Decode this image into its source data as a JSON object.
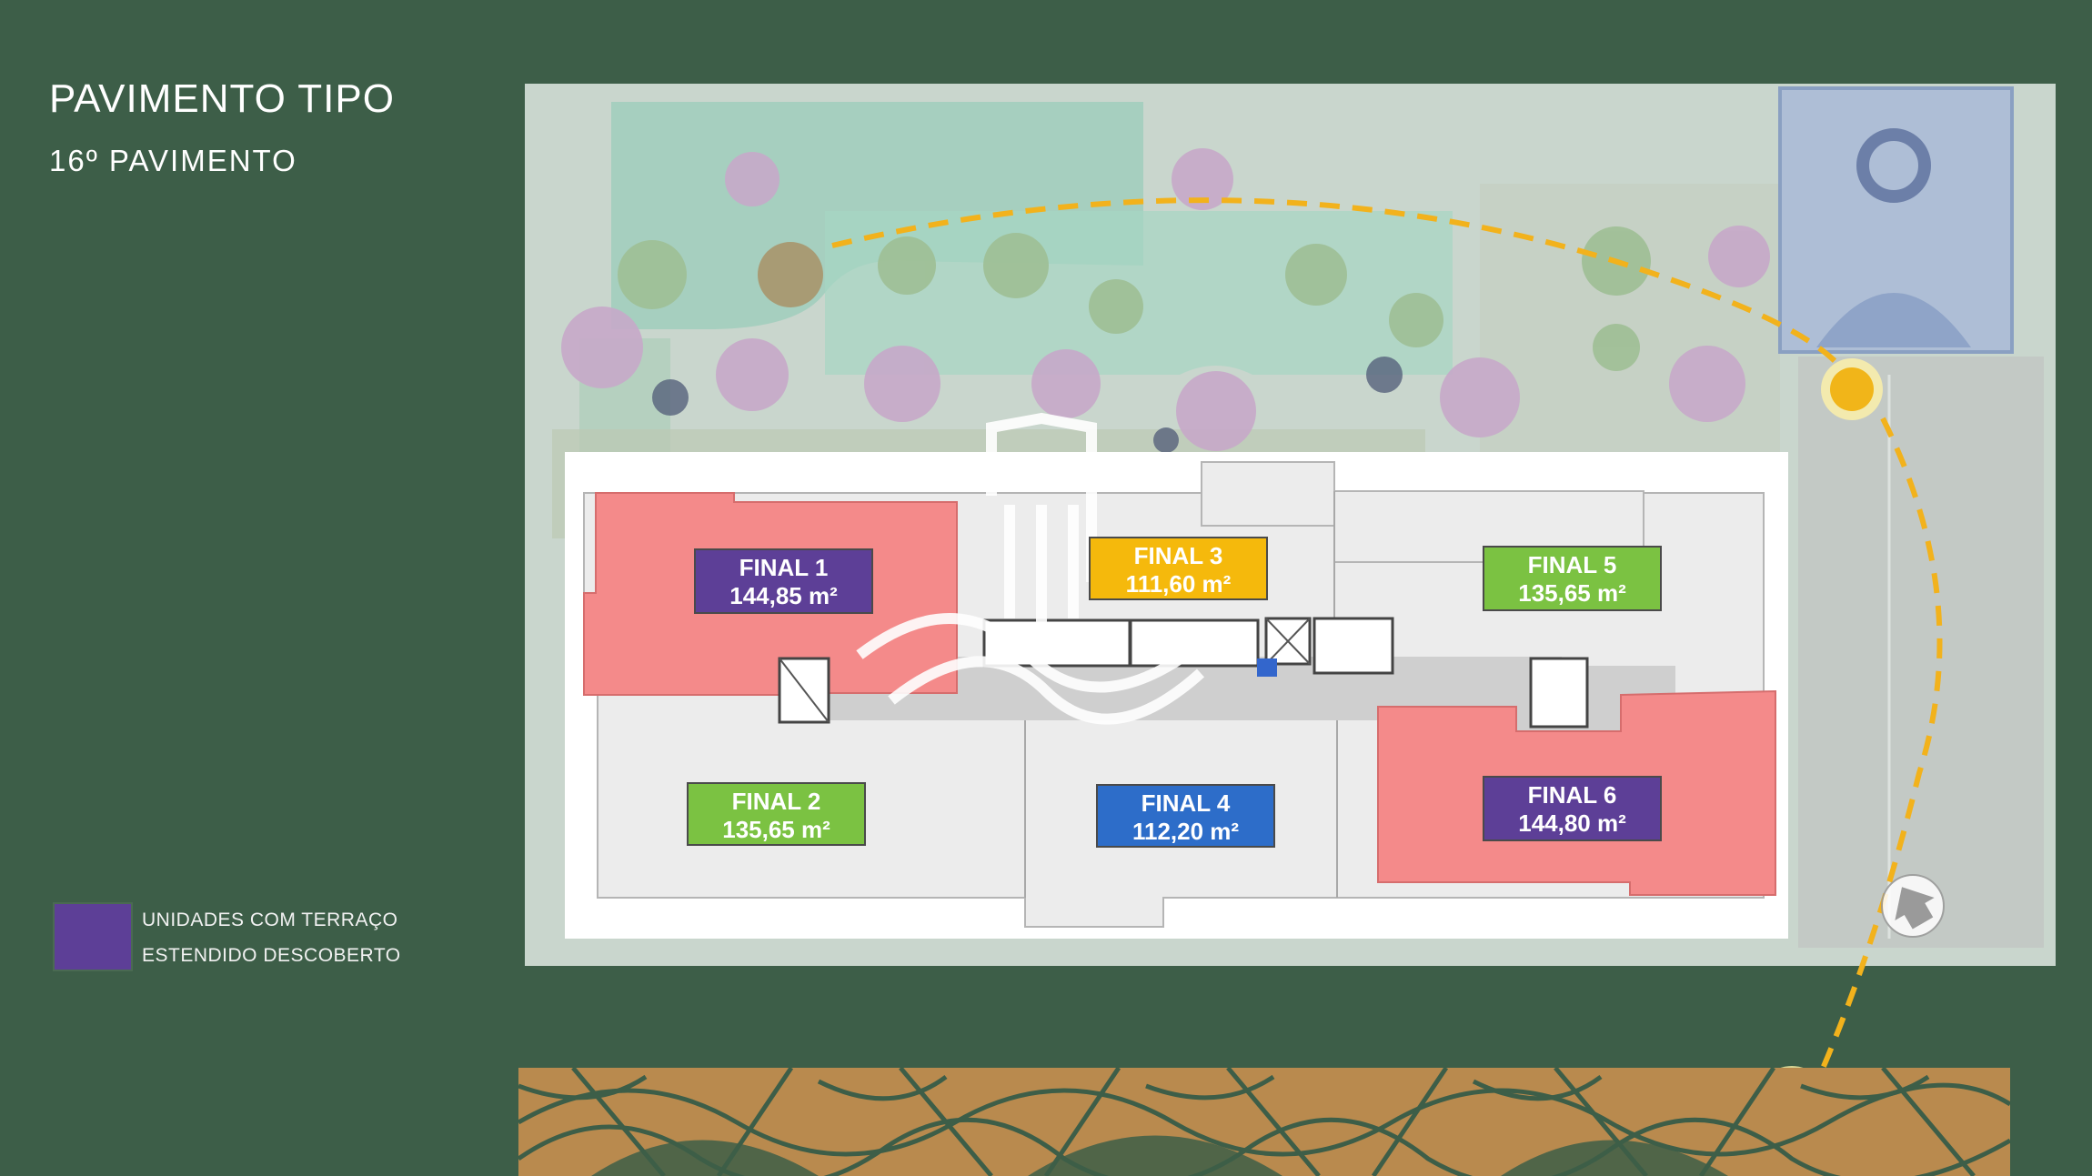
{
  "title": "PAVIMENTO TIPO",
  "subtitle": "16º PAVIMENTO",
  "legend": {
    "line1": "UNIDADES COM TERRAÇO",
    "line2": "ESTENDIDO DESCOBERTO",
    "swatch_color": "#5d3f97"
  },
  "units": [
    {
      "name": "FINAL 1",
      "area": "144,85 m²",
      "color": "#5d3f97",
      "terrace": true
    },
    {
      "name": "FINAL 2",
      "area": "135,65 m²",
      "color": "#7bc242",
      "terrace": false
    },
    {
      "name": "FINAL 3",
      "area": "111,60 m²",
      "color": "#f5b90c",
      "terrace": false
    },
    {
      "name": "FINAL 4",
      "area": "112,20 m²",
      "color": "#2d6dc9",
      "terrace": false
    },
    {
      "name": "FINAL 5",
      "area": "135,65 m²",
      "color": "#7bc242",
      "terrace": false
    },
    {
      "name": "FINAL 6",
      "area": "144,80 m²",
      "color": "#5d3f97",
      "terrace": true
    }
  ],
  "colors": {
    "background": "#3d5e48",
    "terrace_fill": "#f48a8a",
    "sun_path": "#f2b21c"
  },
  "icons": [
    "sun-icon",
    "north-arrow-icon",
    "accessibility-icon",
    "watermark-logo"
  ]
}
